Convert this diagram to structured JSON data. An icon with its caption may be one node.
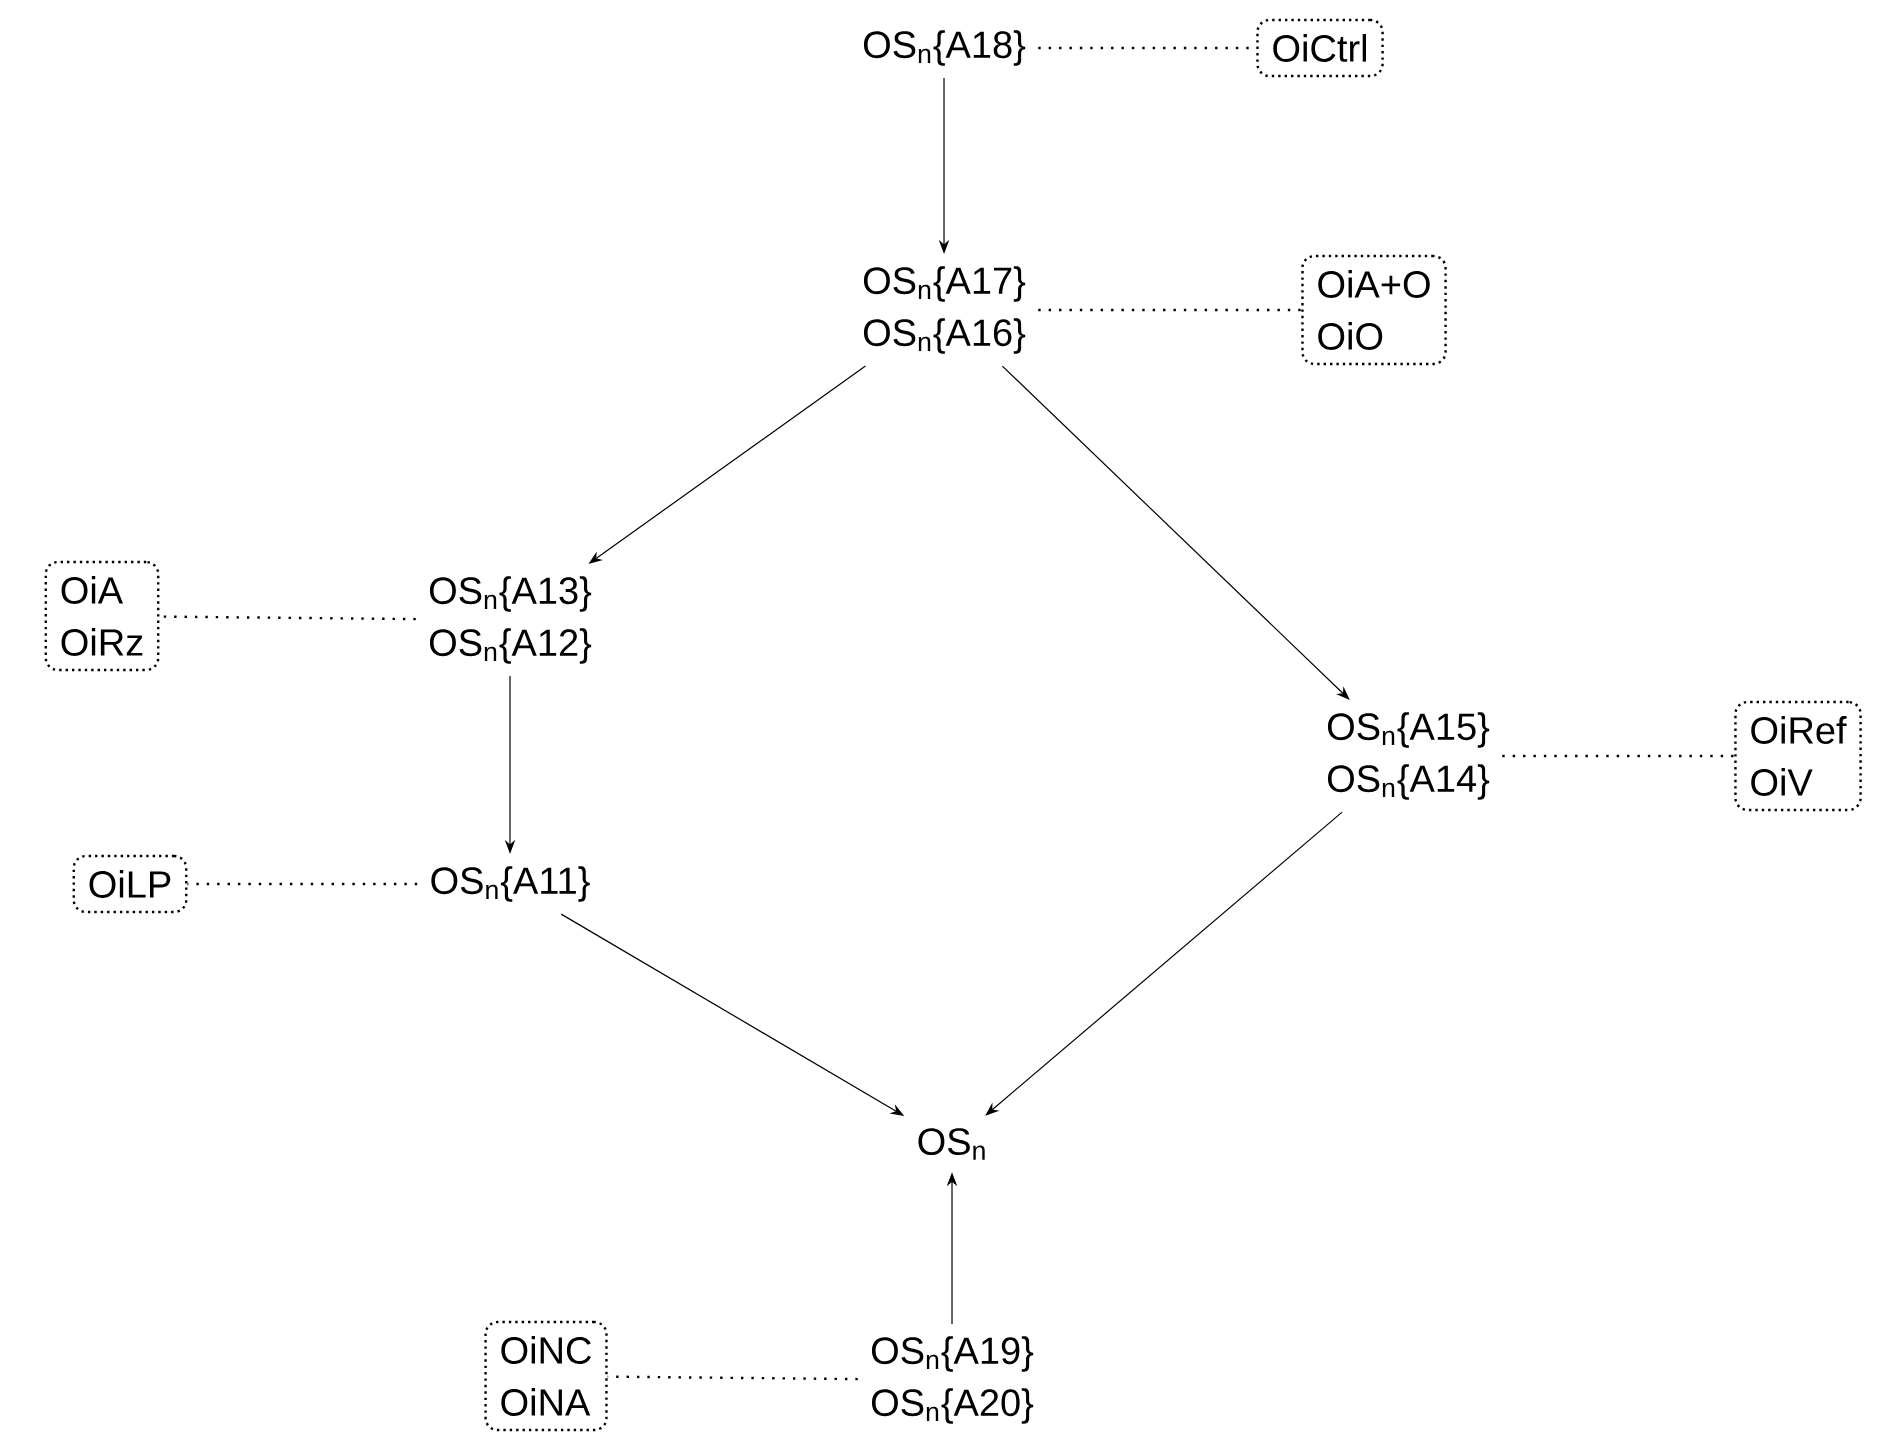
{
  "diagram": {
    "nodes": [
      {
        "text": [
          "OS$_{n}${A18}"
        ]
      },
      {
        "text": [
          "OiCtrl"
        ]
      },
      {
        "text": [
          "OS$_{n}${A17}",
          "OS$_{n}${A16}"
        ]
      },
      {
        "text": [
          "OiA+O",
          "OiO"
        ]
      },
      {
        "text": [
          "OS$_{n}${A13}",
          "OS$_{n}${A12}"
        ]
      },
      {
        "text": [
          "OiA",
          "OiRz"
        ]
      },
      {
        "text": [
          "OS$_{n}${A15}",
          "OS$_{n}${A14}"
        ]
      },
      {
        "text": [
          "OiRef",
          "OiV"
        ]
      },
      {
        "text": [
          "OS$_{n}${A11}"
        ]
      },
      {
        "text": [
          "OiLP"
        ]
      },
      {
        "text": [
          "OS$_{n}$"
        ]
      },
      {
        "text": [
          "OS$_{n}${A19}",
          "OS$_{n}${A20}"
        ]
      },
      {
        "text": [
          "OiNC",
          "OiNA"
        ]
      }
    ],
    "edges": [
      {
        "from": 0,
        "to": 2,
        "arrow": "to"
      },
      {
        "from": 0,
        "to": 1,
        "arrow": "none",
        "style": "dashed"
      },
      {
        "from": 2,
        "to": 3,
        "arrow": "none",
        "style": "dashed"
      },
      {
        "from": 2,
        "to": 4,
        "arrow": "to"
      },
      {
        "from": 2,
        "to": 6,
        "arrow": "to"
      },
      {
        "from": 4,
        "to": 5,
        "arrow": "none",
        "style": "dashed"
      },
      {
        "from": 4,
        "to": 8,
        "arrow": "to"
      },
      {
        "from": 8,
        "to": 9,
        "arrow": "none",
        "style": "dashed"
      },
      {
        "from": 6,
        "to": 7,
        "arrow": "none",
        "style": "dashed"
      },
      {
        "from": 8,
        "to": 10,
        "arrow": "to"
      },
      {
        "from": 6,
        "to": 10,
        "arrow": "to"
      },
      {
        "from": 11,
        "to": 10,
        "arrow": "to"
      },
      {
        "from": 11,
        "to": 12,
        "arrow": "none",
        "style": "dashed"
      }
    ]
  }
}
